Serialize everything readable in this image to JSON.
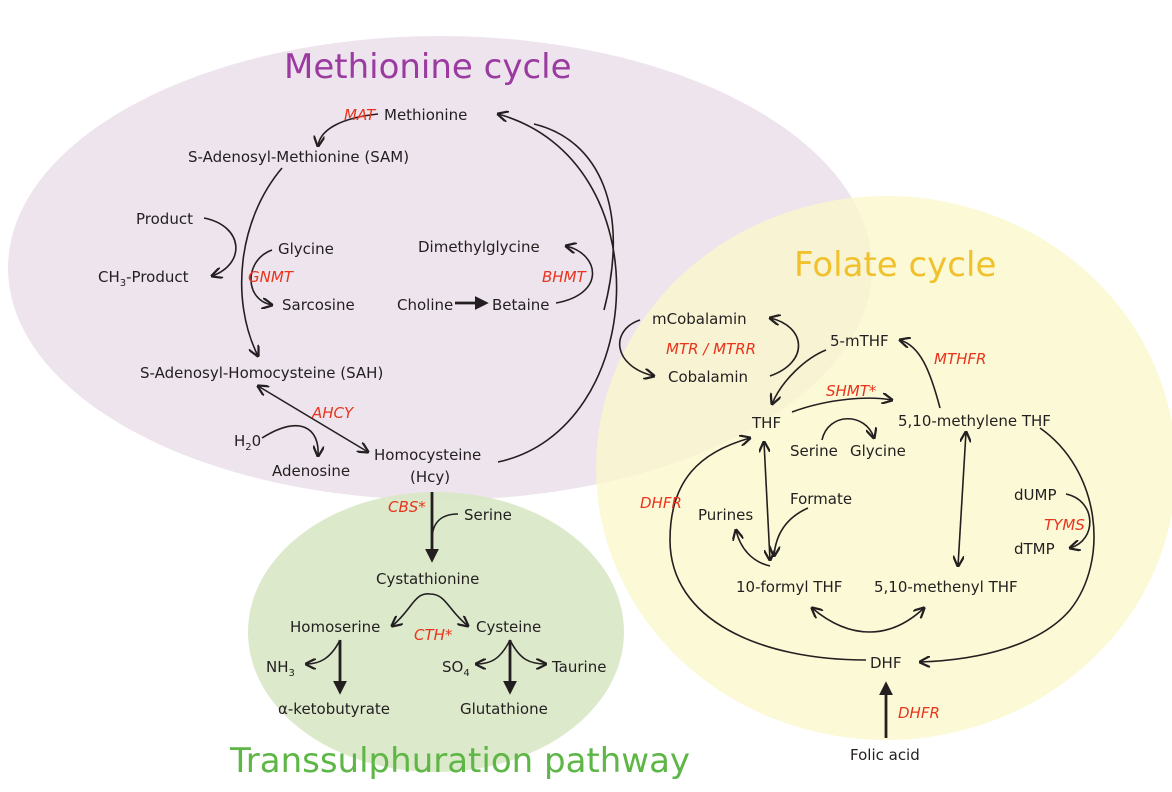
{
  "colors": {
    "methionine_region": "#ece2ec",
    "folate_region": "#fbf7cc",
    "transsulphuration_region": "#d9e7c7",
    "methionine_title": "#9b3aa0",
    "folate_title": "#f1c12c",
    "transsulphuration_title": "#5db645",
    "enzyme": "#e8341c",
    "metabolite": "#231f20"
  },
  "titles": {
    "methionine": "Methionine cycle",
    "folate": "Folate cycle",
    "transsulphuration": "Transsulphuration pathway"
  },
  "metabolites": {
    "methionine": "Methionine",
    "sam": "S-Adenosyl-Methionine (SAM)",
    "product": "Product",
    "glycine_m": "Glycine",
    "ch3_product_main": "CH",
    "ch3_product_sub": "3",
    "ch3_product_tail": "-Product",
    "sarcosine": "Sarcosine",
    "dimethylglycine": "Dimethylglycine",
    "choline": "Choline",
    "betaine": "Betaine",
    "sah": "S-Adenosyl-Homocysteine (SAH)",
    "h2o_main": "H",
    "h2o_sub": "2",
    "h2o_tail": "0",
    "adenosine": "Adenosine",
    "homocysteine": "Homocysteine",
    "hcy": "(Hcy)",
    "serine_t": "Serine",
    "cystathionine": "Cystathionine",
    "homoserine": "Homoserine",
    "cysteine": "Cysteine",
    "nh3_main": "NH",
    "nh3_sub": "3",
    "so4_main": "SO",
    "so4_sub": "4",
    "taurine": "Taurine",
    "ketobutyrate": "α-ketobutyrate",
    "glutathione": "Glutathione",
    "mcobalamin": "mCobalamin",
    "cobalamin": "Cobalamin",
    "mthf": "5-mTHF",
    "thf": "THF",
    "methylene_thf": "5,10-methylene THF",
    "serine_f": "Serine",
    "glycine_f": "Glycine",
    "formate": "Formate",
    "purines": "Purines",
    "dump": "dUMP",
    "dtmp": "dTMP",
    "formyl_thf": "10-formyl THF",
    "methenyl_thf": "5,10-methenyl THF",
    "dhf": "DHF",
    "folic_acid": "Folic acid"
  },
  "enzymes": {
    "mat": "MAT",
    "gnmt": "GNMT",
    "bhmt": "BHMT",
    "ahcy": "AHCY",
    "cbs": "CBS*",
    "cth": "CTH*",
    "mtr": "MTR / MTRR",
    "mthfr": "MTHFR",
    "shmt": "SHMT*",
    "dhfr_left": "DHFR",
    "tyms": "TYMS",
    "dhfr_bottom": "DHFR"
  }
}
